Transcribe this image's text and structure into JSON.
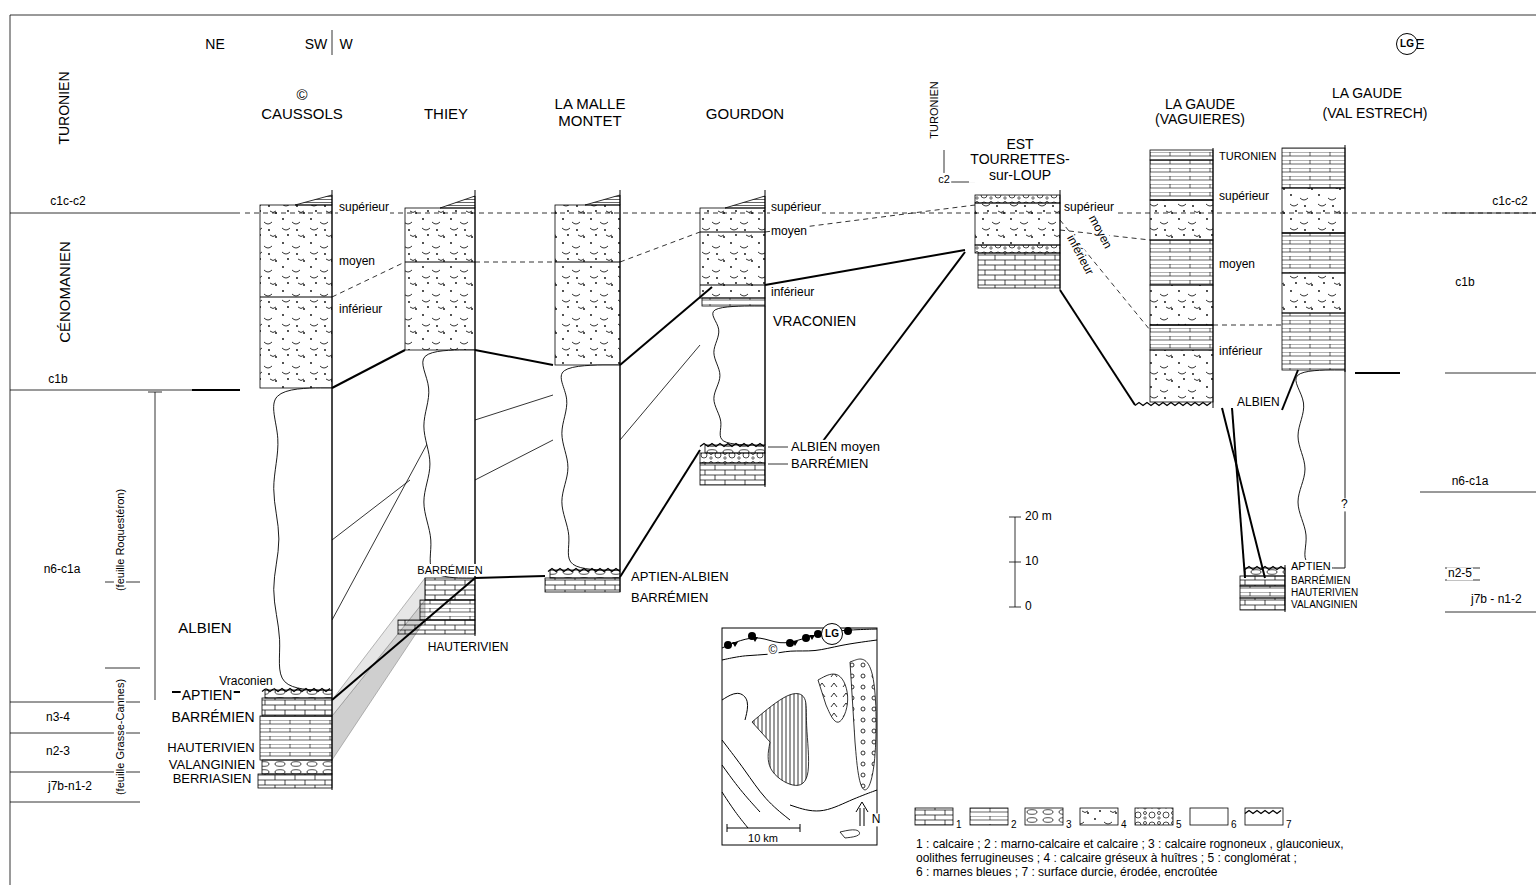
{
  "diagram": {
    "nodes": [
      {
        "text": [
          "LG"
        ]
      },
      {
        "text": [
          "LG"
        ]
      }
    ],
    "labels": [
      "NE",
      "SW",
      "W",
      "E",
      "TURONIEN",
      "CÉNOMANIEN",
      "c1c-c2",
      "c1b",
      "n6-c1a",
      "(feuille Roquestéron)",
      "(feuille Grasse-Cannes)",
      "n3-4",
      "n2-3",
      "j7b-n1-2",
      "ALBIEN",
      "Vraconien",
      "APTIEN",
      "BARRÉMIEN",
      "HAUTERIVIEN",
      "VALANGINIEN",
      "BERRIASIEN",
      "©",
      "CAUSSOLS",
      "THIEY",
      "LA MALLE MONTET",
      "GOURDON",
      "supérieur",
      "moyen",
      "inférieur",
      "BARRÉMIEN",
      "HAUTERIVIEN",
      "supérieur",
      "moyen",
      "inférieur",
      "VRACONIEN",
      "ALBIEN moyen",
      "BARRÉMIEN",
      "APTIEN-ALBIEN",
      "BARRÉMIEN",
      "TURONIEN",
      "c2",
      "EST TOURRETTES-sur-LOUP",
      "supérieur",
      "moyen",
      "inférieur",
      "LA GAUDE (VAGUIERES)",
      "TURONIEN",
      "supérieur",
      "moyen",
      "inférieur",
      "ALBIEN",
      "LA GAUDE",
      "(VAL ESTRECH)",
      "c1c-c2",
      "c1b",
      "n6-c1a",
      "?",
      "APTIEN",
      "BARRÉMIEN",
      "HAUTERIVIEN",
      "VALANGINIEN",
      "n2-5",
      "j7b - n1-2",
      "20 m",
      "10",
      "0",
      "©",
      "10 km",
      "N",
      "1 : calcaire ; 2 : marno-calcaire et calcaire ; 3 : calcaire rognoneux , glauconieux,",
      "oolithes ferrugineuses ; 4 : calcaire gréseux à huîtres ; 5 : conglomérat ;",
      "6 : marnes bleues ; 7 : surface durcie, érodée, encroûtée"
    ],
    "legend": [
      {
        "text": "1"
      },
      {
        "text": "2"
      },
      {
        "text": "3"
      },
      {
        "text": "4"
      },
      {
        "text": "5"
      },
      {
        "text": "6"
      },
      {
        "text": "7"
      }
    ]
  }
}
